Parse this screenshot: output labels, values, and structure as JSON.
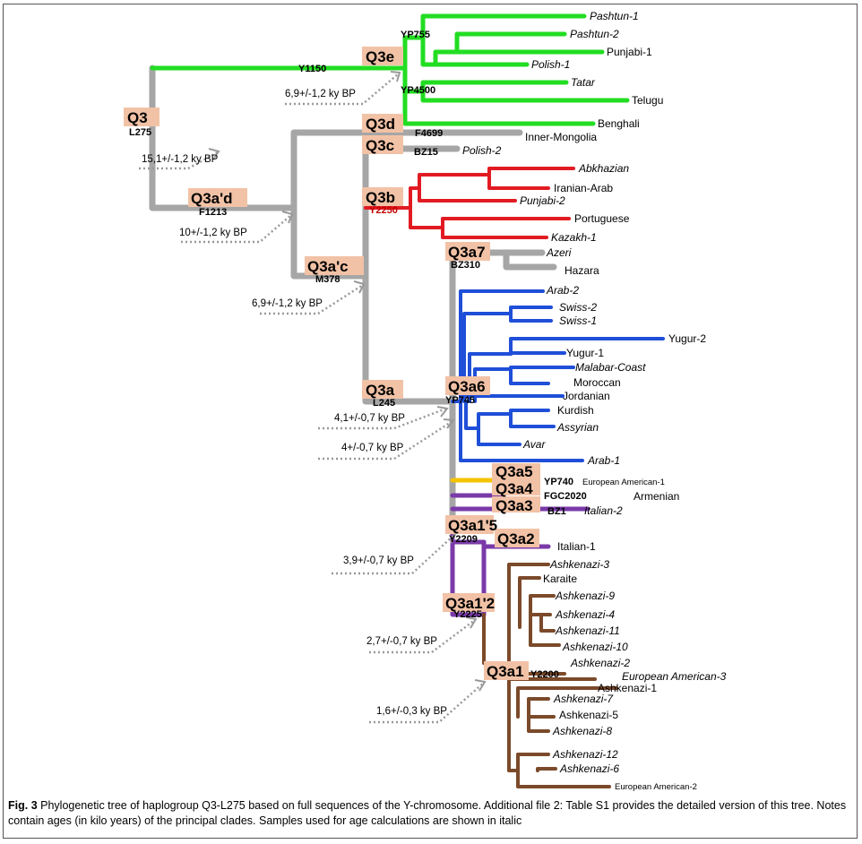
{
  "colors": {
    "q3e": "#22dd22",
    "gray": "#a6a6a6",
    "q3b": "#e21b23",
    "q3a6": "#1f4fd8",
    "q3a5": "#f5c400",
    "purple": "#7a3aa8",
    "q3a1": "#7b4a2a",
    "tag": "#f2c2a6",
    "arrow": "#999999"
  },
  "clades": {
    "q3": "Q3",
    "q3e": "Q3e",
    "q3d": "Q3d",
    "q3c": "Q3c",
    "q3b": "Q3b",
    "q3ad": "Q3a'd",
    "q3ac": "Q3a'c",
    "q3a7": "Q3a7",
    "q3a": "Q3a",
    "q3a6": "Q3a6",
    "q3a5": "Q3a5",
    "q3a4": "Q3a4",
    "q3a3": "Q3a3",
    "q3a15": "Q3a1'5",
    "q3a2": "Q3a2",
    "q3a12": "Q3a1'2",
    "q3a1": "Q3a1"
  },
  "snps": {
    "l275": "L275",
    "y1150": "Y1150",
    "yp755": "YP755",
    "yp4500": "YP4500",
    "f4699": "F4699",
    "bz15": "BZ15",
    "y2250": "Y2250",
    "f1213": "F1213",
    "m378": "M378",
    "bz310": "BZ310",
    "l245": "L245",
    "yp745": "YP745",
    "yp740": "YP740",
    "fgc2020": "FGC2020",
    "bz1": "BZ1",
    "y2209": "Y2209",
    "y2225": "Y2225",
    "y2200": "Y2200"
  },
  "ages": {
    "a1": "6,9+/-1,2 ky BP",
    "a2": "15,1+/-1,2 ky BP",
    "a3": "10+/-1,2 ky BP",
    "a4": "6,9+/-1,2 ky BP",
    "a5": "4,1+/-0,7 ky BP",
    "a6": "4+/-0,7 ky BP",
    "a7": "3,9+/-0,7 ky BP",
    "a8": "2,7+/-0,7 ky BP",
    "a9": "1,6+/-0,3 ky BP"
  },
  "leaves": {
    "pashtun1": "Pashtun-1",
    "pashtun2": "Pashtun-2",
    "punjabi1": "Punjabi-1",
    "polish1": "Polish-1",
    "tatar": "Tatar",
    "telugu": "Telugu",
    "benghali": "Benghali",
    "innermongolia": "Inner-Mongolia",
    "polish2": "Polish-2",
    "abkhazian": "Abkhazian",
    "iranianarab": "Iranian-Arab",
    "punjabi2": "Punjabi-2",
    "portuguese": "Portuguese",
    "kazakh1": "Kazakh-1",
    "azeri": "Azeri",
    "hazara": "Hazara",
    "arab2": "Arab-2",
    "swiss2": "Swiss-2",
    "swiss1": "Swiss-1",
    "yugur2": "Yugur-2",
    "yugur1": "Yugur-1",
    "malabar": "Malabar-Coast",
    "moroccan": "Moroccan",
    "jordanian": "Jordanian",
    "kurdish": "Kurdish",
    "assyrian": "Assyrian",
    "avar": "Avar",
    "arab1": "Arab-1",
    "euam1": "European American-1",
    "armenian": "Armenian",
    "italian2": "Italian-2",
    "italian1": "Italian-1",
    "ashk3": "Ashkenazi-3",
    "karaite": "Karaite",
    "ashk9": "Ashkenazi-9",
    "ashk4": "Ashkenazi-4",
    "ashk11": "Ashkenazi-11",
    "ashk10": "Ashkenazi-10",
    "ashk2": "Ashkenazi-2",
    "euam3": "European American-3",
    "ashk1": "Ashkenazi-1",
    "ashk7": "Ashkenazi-7",
    "ashk5": "Ashkenazi-5",
    "ashk8": "Ashkenazi-8",
    "ashk12": "Ashkenazi-12",
    "ashk6": "Ashkenazi-6",
    "euam2": "European American-2"
  },
  "caption": {
    "label": "Fig. 3",
    "text": " Phylogenetic tree of haplogroup Q3-L275 based on full sequences of the Y-chromosome. Additional file 2: Table S1 provides the detailed version of this tree. Notes contain ages (in kilo years) of the principal clades. Samples used for age calculations are shown in italic"
  }
}
